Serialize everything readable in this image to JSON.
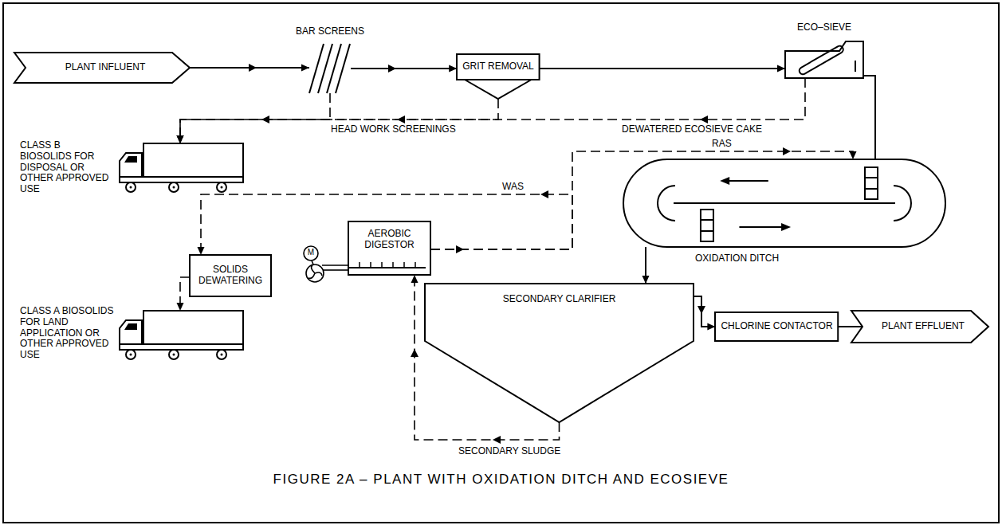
{
  "diagram": {
    "caption": "FIGURE 2A – PLANT WITH OXIDATION DITCH AND ECOSIEVE",
    "nodes": [
      {
        "text": [
          "PLANT INFLUENT"
        ]
      },
      {
        "text": [
          "BAR SCREENS"
        ]
      },
      {
        "text": [
          "GRIT REMOVAL"
        ]
      },
      {
        "text": [
          "ECO–SIEVE"
        ]
      },
      {
        "text": [
          "CLASS B BIOSOLIDS FOR DISPOSAL OR OTHER APPROVED USE"
        ]
      },
      {
        "text": [
          "AEROBIC DIGESTOR"
        ]
      },
      {
        "text": [
          "OXIDATION DITCH"
        ]
      },
      {
        "text": [
          "SOLIDS DEWATERING"
        ]
      },
      {
        "text": [
          "CLASS A BIOSOLIDS FOR LAND APPLICATION OR OTHER APPROVED USE"
        ]
      },
      {
        "text": [
          "SECONDARY CLARIFIER"
        ]
      },
      {
        "text": [
          "CHLORINE CONTACTOR"
        ]
      },
      {
        "text": [
          "PLANT EFFLUENT"
        ]
      }
    ],
    "edges": [
      {
        "from": 0,
        "to": 1,
        "arrow": "to"
      },
      {
        "from": 1,
        "to": 2,
        "arrow": "to"
      },
      {
        "from": 2,
        "to": 3,
        "arrow": "to"
      },
      {
        "from": 1,
        "to": 4,
        "arrow": "to"
      },
      {
        "from": 2,
        "to": 4,
        "arrow": "to"
      },
      {
        "from": 3,
        "to": 4,
        "arrow": "to"
      },
      {
        "from": 3,
        "to": 6,
        "arrow": "none"
      },
      {
        "from": 6,
        "to": 9,
        "arrow": "to"
      },
      {
        "from": 9,
        "to": 10,
        "arrow": "to"
      },
      {
        "from": 10,
        "to": 11,
        "arrow": "none"
      },
      {
        "from": 9,
        "to": 5,
        "arrow": "to"
      },
      {
        "from": 5,
        "to": 6,
        "arrow": "to"
      },
      {
        "from": 5,
        "to": 7,
        "arrow": "to"
      },
      {
        "from": 7,
        "to": 8,
        "arrow": "to"
      }
    ],
    "labels": [
      "HEAD WORK SCREENINGS",
      "DEWATERED ECOSIEVE CAKE",
      "RAS",
      "WAS",
      "M",
      "SECONDARY SLUDGE"
    ]
  }
}
